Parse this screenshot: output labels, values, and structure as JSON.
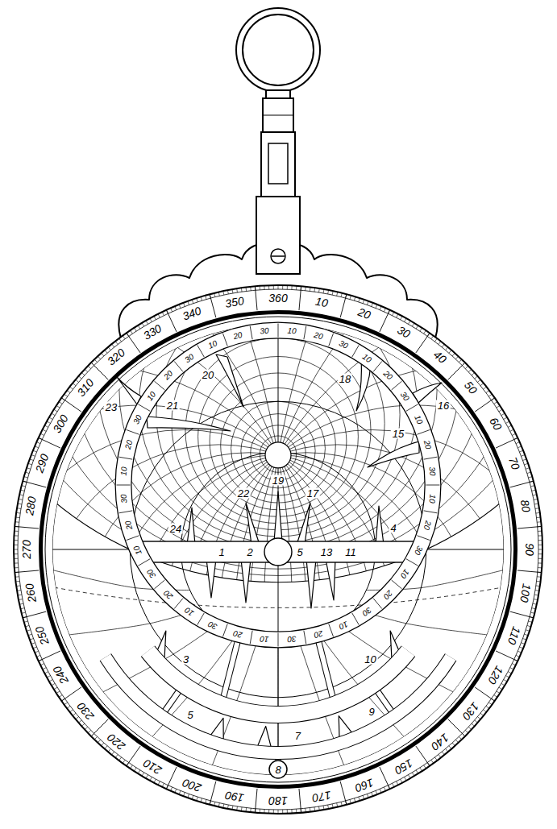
{
  "diagram": {
    "labels": [
      "360",
      "10",
      "20",
      "30",
      "40",
      "50",
      "60",
      "70",
      "80",
      "90",
      "100",
      "110",
      "120",
      "130",
      "140",
      "150",
      "160",
      "170",
      "180",
      "190",
      "200",
      "210",
      "220",
      "230",
      "240",
      "250",
      "260",
      "270",
      "280",
      "290",
      "300",
      "310",
      "320",
      "330",
      "340",
      "350",
      "10",
      "20",
      "30",
      "10",
      "20",
      "30",
      "10",
      "20",
      "30",
      "10",
      "20",
      "30",
      "10",
      "20",
      "30",
      "10",
      "20",
      "30",
      "10",
      "20",
      "30",
      "10",
      "20",
      "30",
      "10",
      "20",
      "30",
      "10",
      "20",
      "30",
      "10",
      "20",
      "30",
      "10",
      "20",
      "30",
      "20",
      "18",
      "16",
      "23",
      "21",
      "15",
      "19",
      "22",
      "17",
      "4",
      "24",
      "1",
      "2",
      "13",
      "11",
      "5",
      "3",
      "10",
      "9",
      "5",
      "7",
      "8"
    ]
  }
}
